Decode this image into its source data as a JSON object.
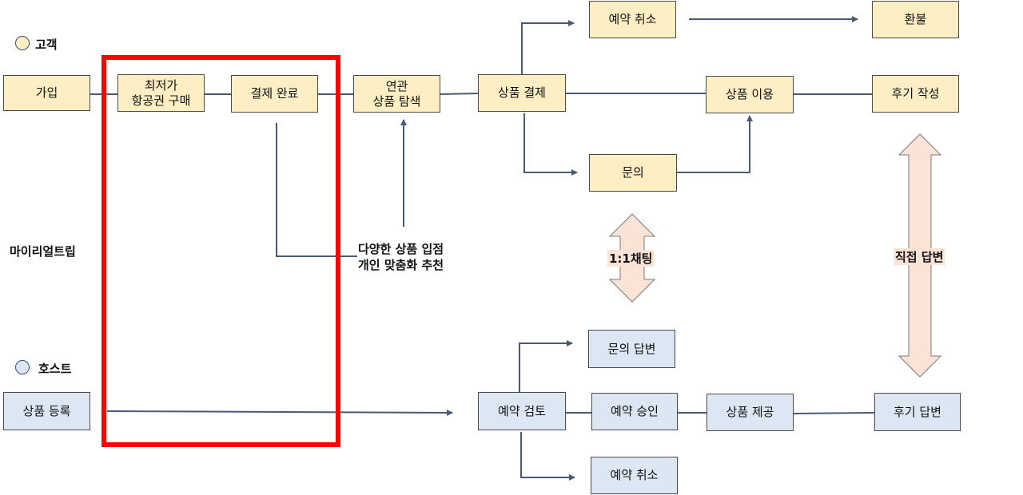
{
  "legend": {
    "guest": {
      "label": "고객",
      "color": "#fdefc3"
    },
    "host": {
      "label": "호스트",
      "color": "#dde7f3"
    }
  },
  "service_name": "마이리얼트립",
  "nodes": {
    "signup": "가입",
    "cheapest_ticket": "최저가\n항공권 구매",
    "payment_complete": "결제 완료",
    "related_search": "연관\n상품 탐색",
    "product_payment": "상품 결제",
    "cancel_reservation_guest": "예약 취소",
    "refund": "환불",
    "product_use": "상품 이용",
    "write_review": "후기 작성",
    "inquiry": "문의",
    "register_product": "상품 등록",
    "review_reservation": "예약 검토",
    "inquiry_answer": "문의 답변",
    "approve_reservation": "예약 승인",
    "provide_product": "상품 제공",
    "review_answer": "후기 답변",
    "cancel_reservation_host": "예약 취소"
  },
  "annotations": {
    "recommend": "다양한 상품 입점\n개인 맞춤화 추천",
    "chat": "1:1채팅",
    "direct_answer": "직접 답변"
  },
  "colors": {
    "line": "#4a5a75",
    "highlight": "#ff0000",
    "double_arrow_fill": "#fbe3d6",
    "double_arrow_stroke": "#7a7a7a"
  }
}
